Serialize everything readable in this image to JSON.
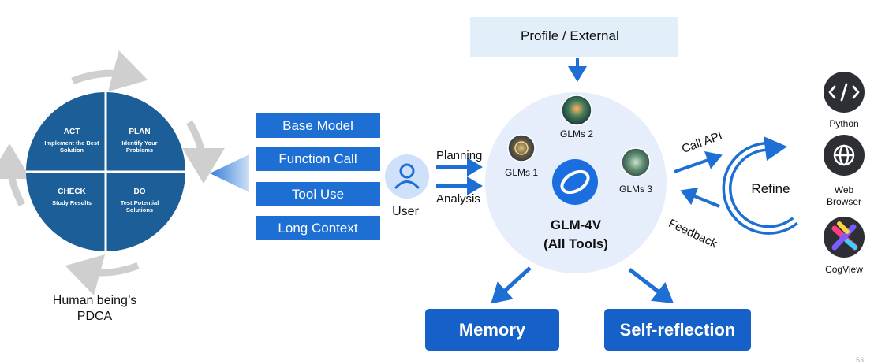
{
  "pdca": {
    "quadrants": [
      {
        "title": "ACT",
        "desc": "Implement the Best Solution"
      },
      {
        "title": "PLAN",
        "desc": "Identify Your Problems"
      },
      {
        "title": "CHECK",
        "desc": "Study Results"
      },
      {
        "title": "DO",
        "desc": "Test Potential Solutions"
      }
    ],
    "caption_line1": "Human being’s",
    "caption_line2": "PDCA"
  },
  "capabilities": [
    "Base Model",
    "Function Call",
    "Tool Use",
    "Long Context"
  ],
  "user": {
    "label": "User"
  },
  "flow": {
    "planning": "Planning",
    "analysis": "Analysis"
  },
  "profile": {
    "label": "Profile / External"
  },
  "core": {
    "models": [
      "GLMs 1",
      "GLMs 2",
      "GLMs 3"
    ],
    "title_line1": "GLM-4V",
    "title_line2": "(All Tools)"
  },
  "loop": {
    "call_api": "Call API",
    "feedback": "Feedback",
    "refine": "Refine"
  },
  "tools": [
    {
      "name": "Python",
      "icon": "code-icon"
    },
    {
      "name": "Web Browser",
      "icon": "globe-icon"
    },
    {
      "name": "CogView",
      "icon": "cogview-logo-icon"
    }
  ],
  "outputs": {
    "memory": "Memory",
    "self_reflection": "Self-reflection"
  },
  "page_number": "53",
  "colors": {
    "primary_blue": "#1e6fd4",
    "dark_blue": "#1660c9",
    "pdca_blue": "#1c5e98",
    "circle_fill": "#e6eefb",
    "arrow_gray": "#cfcfcf"
  }
}
